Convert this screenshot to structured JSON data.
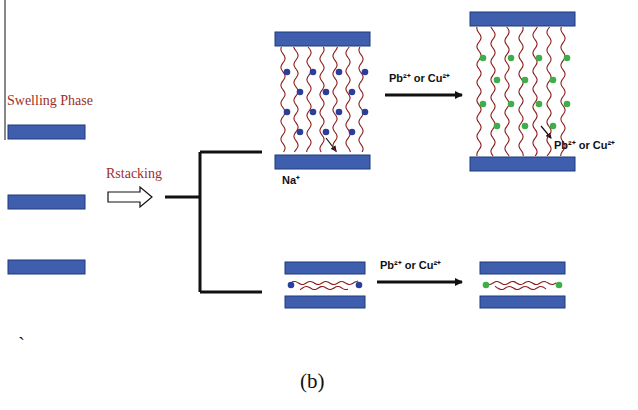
{
  "diagram": {
    "caption": "(b)",
    "labels": [
      "Swelling Phase",
      "Rstacking",
      "Pb²⁺ or Cu²⁺",
      "Na⁺",
      "Pb²⁺ or Cu²⁺",
      "Pb²⁺ or Cu²⁺",
      "`"
    ]
  }
}
